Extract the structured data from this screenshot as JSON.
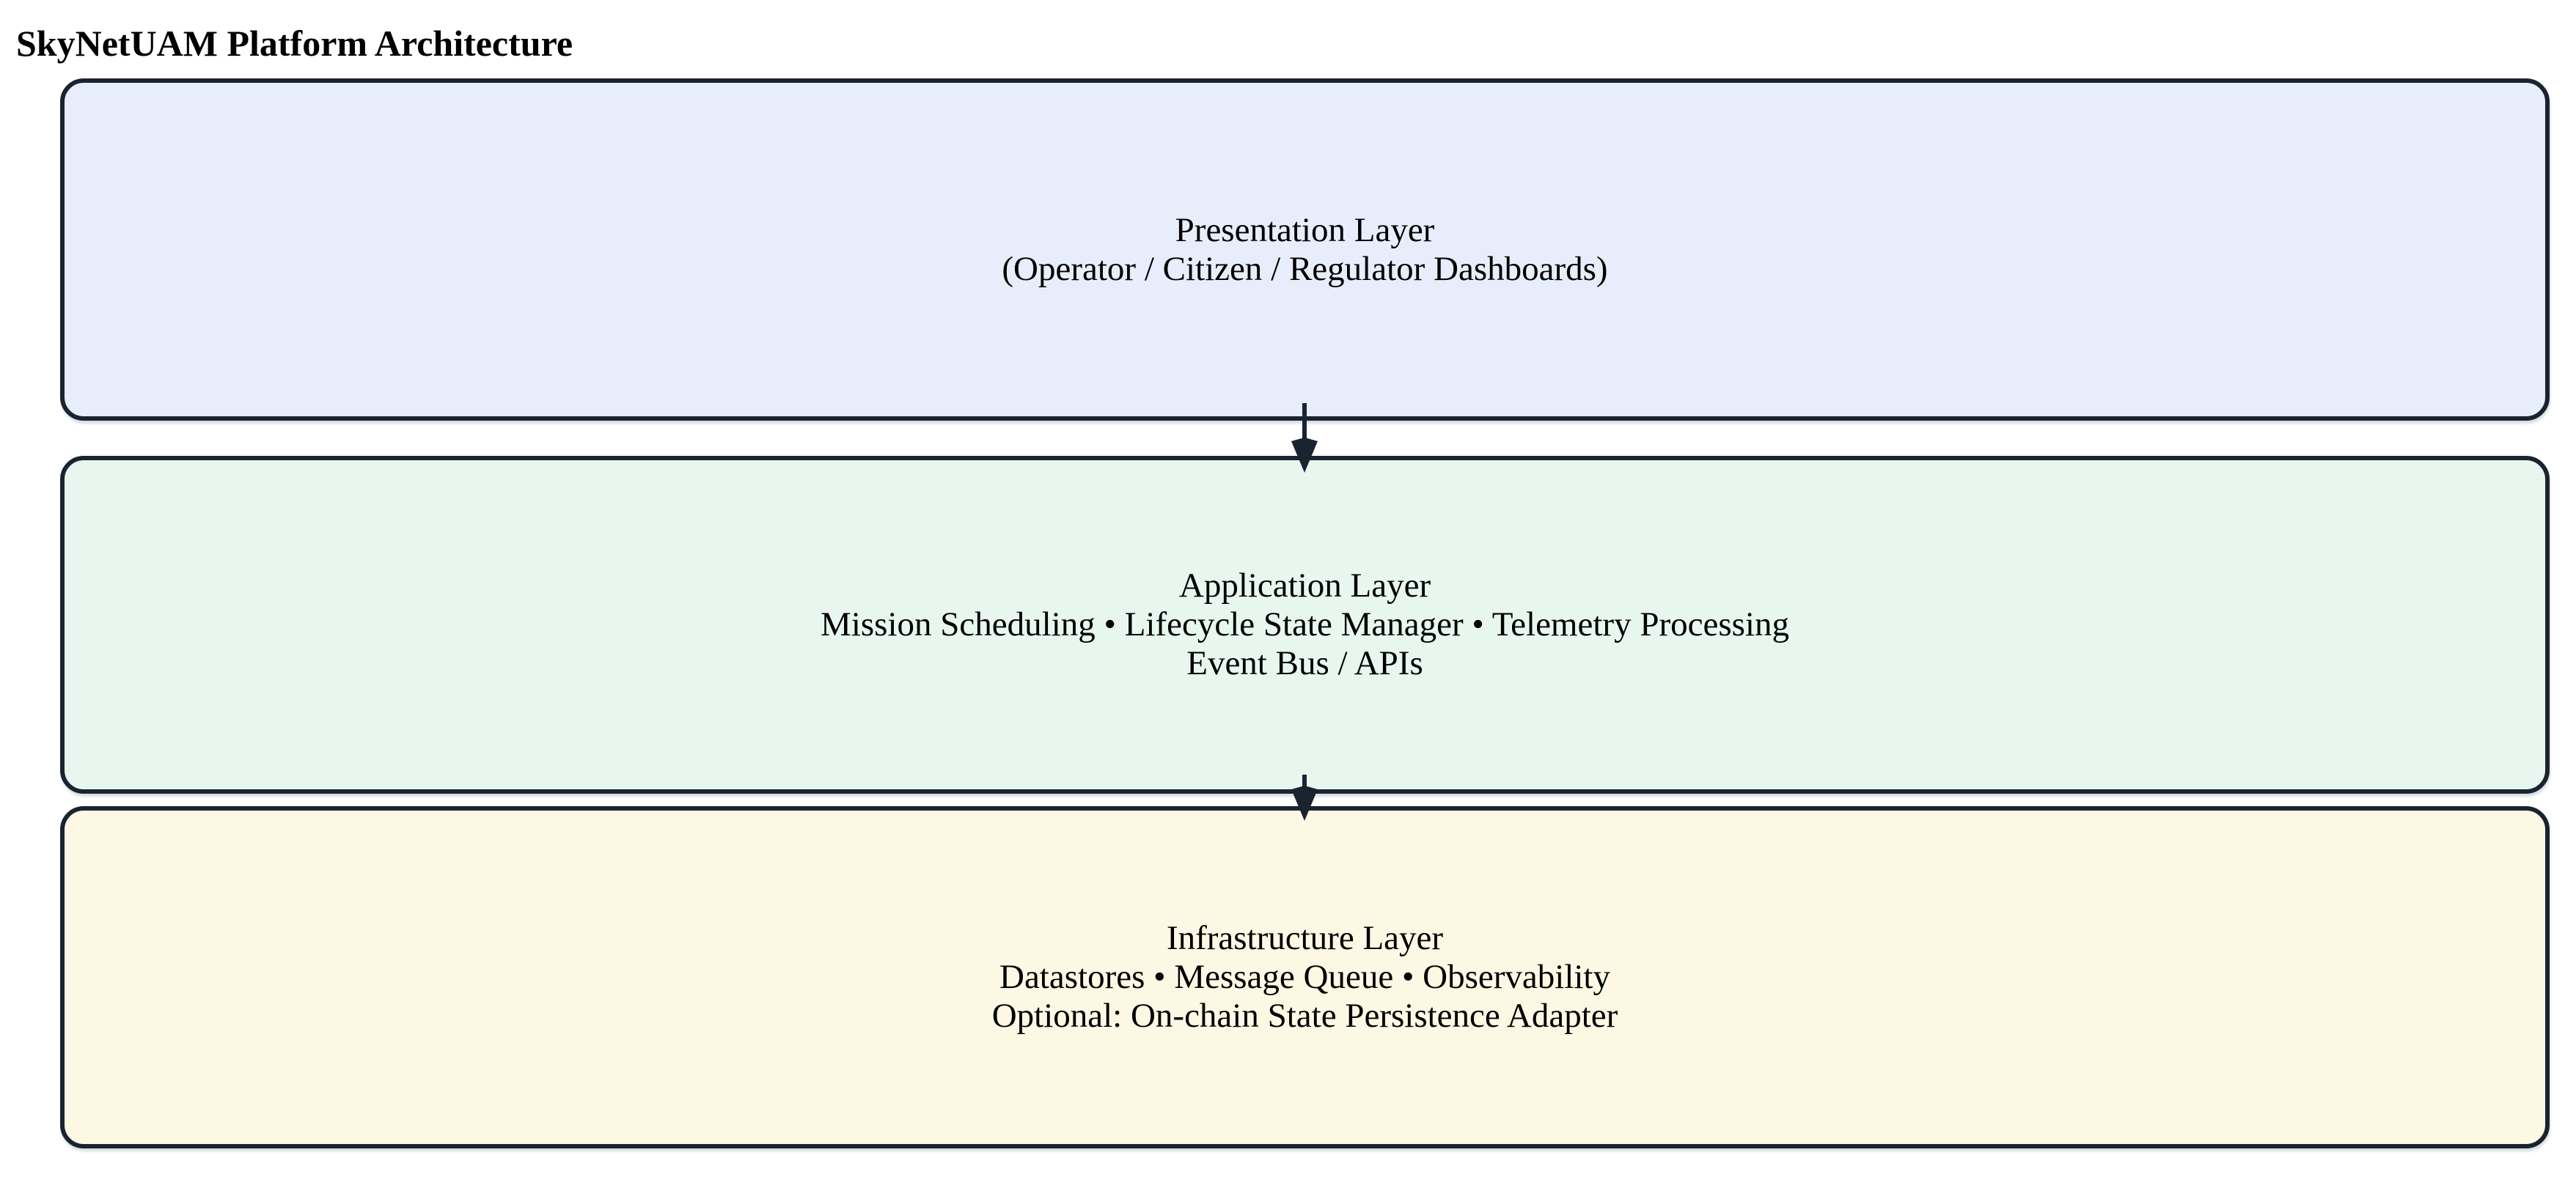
{
  "title": "SkyNetUAM Platform Architecture",
  "colors": {
    "background": "#ffffff",
    "node_border": "#1a2330",
    "arrow": "#1a2330",
    "text": "#000000",
    "presentation_fill": "#e8edfb",
    "application_fill": "#e7f7ef",
    "infrastructure_fill": "#fcf8e4"
  },
  "diagram": {
    "type": "layered-architecture-flowchart",
    "direction": "top-down"
  },
  "nodes": [
    {
      "id": "presentation",
      "fill": "#e8edfb",
      "lines": [
        "Presentation Layer",
        "(Operator / Citizen / Regulator Dashboards)"
      ]
    },
    {
      "id": "application",
      "fill": "#e7f7ef",
      "lines": [
        "Application Layer",
        "Mission Scheduling • Lifecycle State Manager • Telemetry Processing",
        "Event Bus / APIs"
      ]
    },
    {
      "id": "infrastructure",
      "fill": "#fcf8e4",
      "lines": [
        "Infrastructure Layer",
        "Datastores • Message Queue • Observability",
        "Optional: On-chain State Persistence Adapter"
      ]
    }
  ],
  "edges": [
    {
      "from": "presentation",
      "to": "application",
      "direction": "down"
    },
    {
      "from": "application",
      "to": "infrastructure",
      "direction": "down"
    }
  ]
}
